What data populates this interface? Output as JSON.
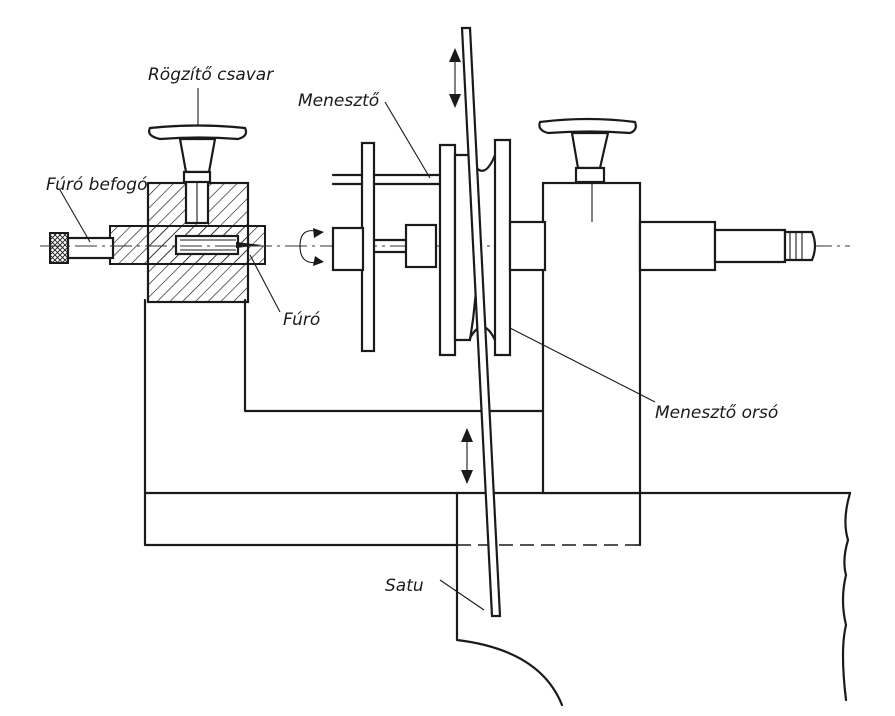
{
  "labels": {
    "rogzito_csavar": "Rögzítő csavar",
    "meneszto": "Menesztő",
    "furo_befogo": "Fúró befogó",
    "furo": "Fúró",
    "meneszto_orso": "Menesztő orsó",
    "satu": "Satu"
  }
}
